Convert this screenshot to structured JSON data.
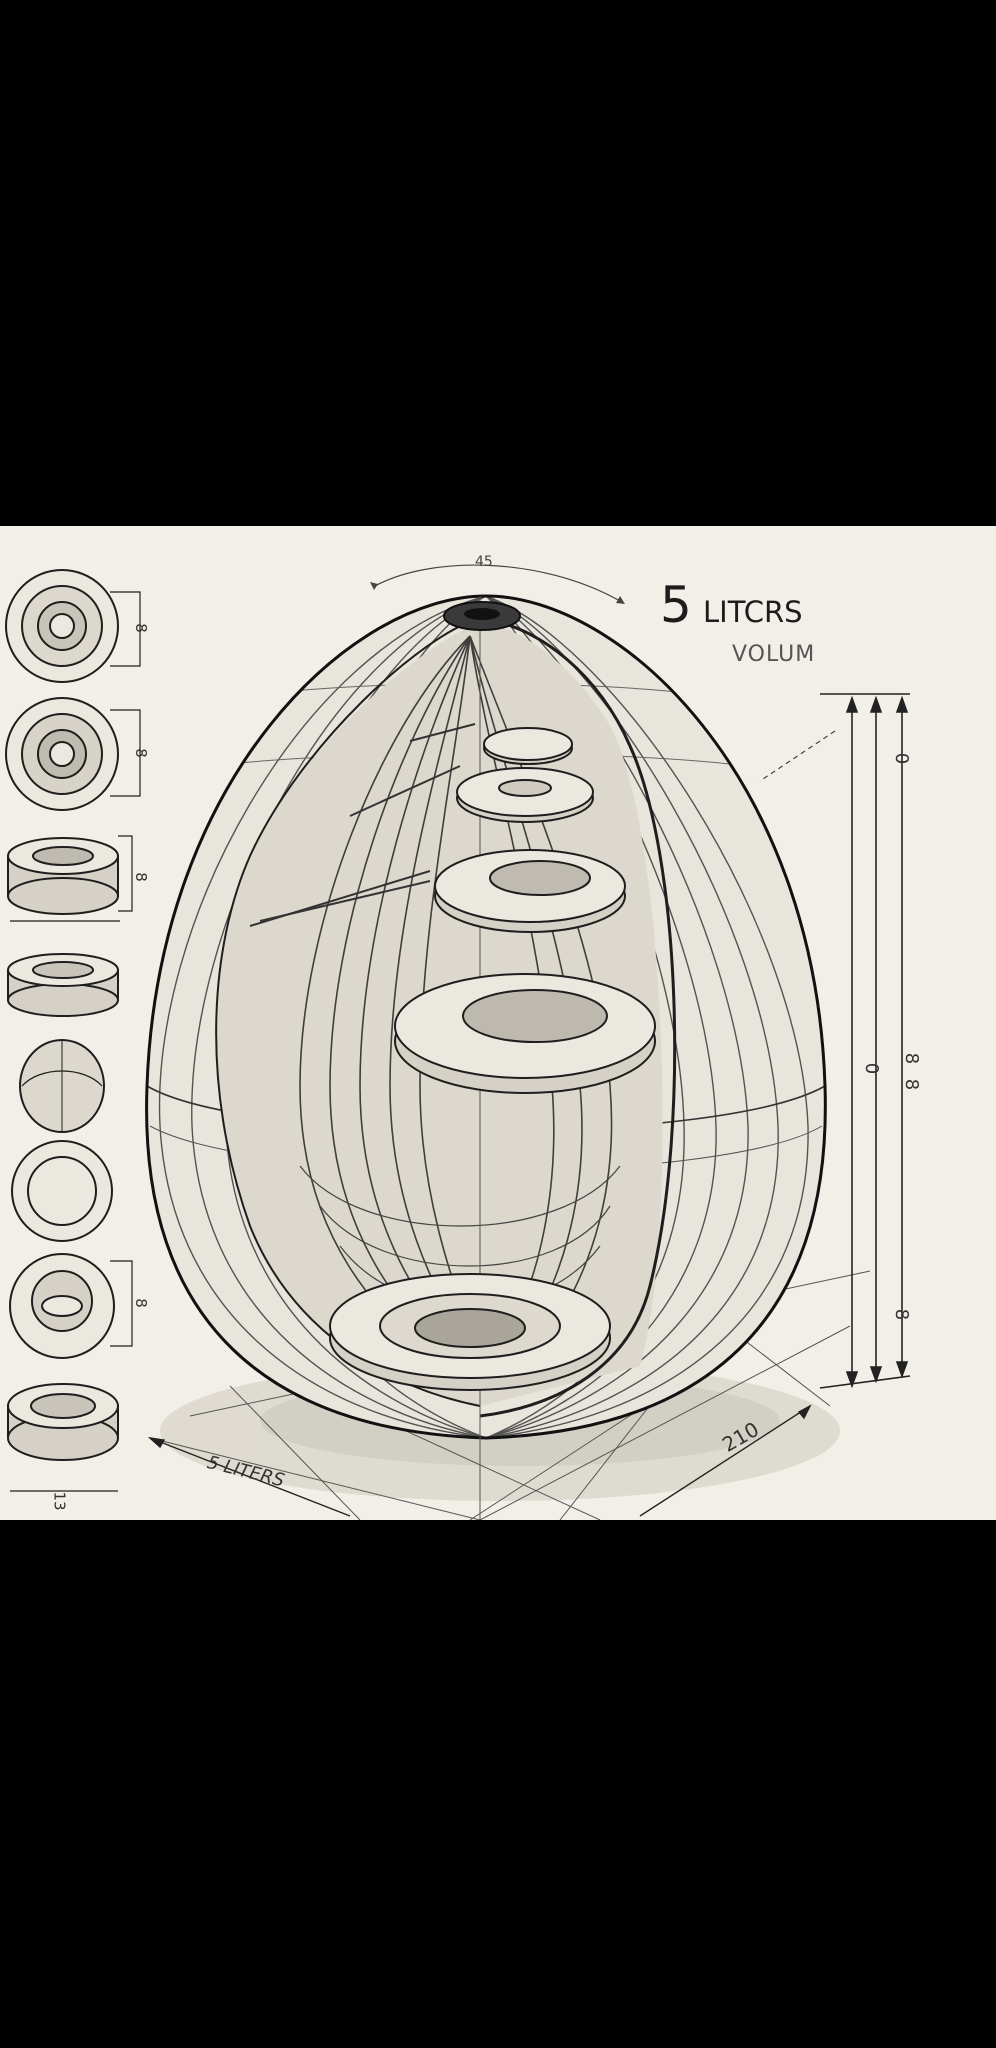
{
  "main_label": {
    "number": "5",
    "unit": "LITCRS",
    "word": "VOLUM"
  },
  "top_dimension": "45",
  "base_label": "5 LITERS",
  "base_dimension": "210",
  "left_column_labels": [
    "8",
    "8",
    "8",
    "8",
    "13"
  ],
  "right_dimension_labels": [
    "0",
    "0",
    "8",
    "8",
    "8"
  ]
}
